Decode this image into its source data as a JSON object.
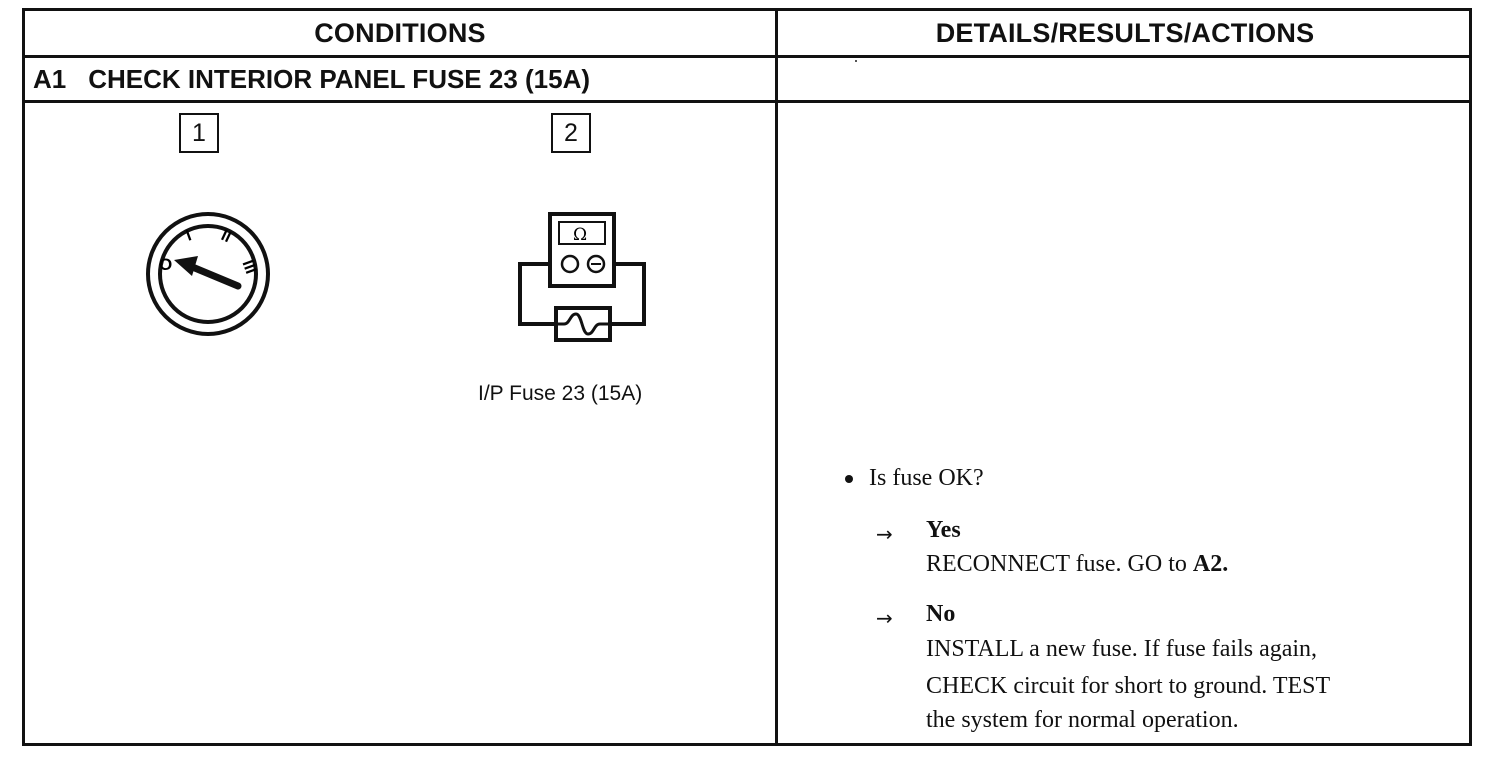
{
  "table": {
    "col_conditions": "CONDITIONS",
    "col_details": "DETAILS/RESULTS/ACTIONS"
  },
  "step": {
    "number": "A1",
    "title": "CHECK INTERIOR PANEL FUSE 23 (15A)"
  },
  "conditions": {
    "step1_label": "1",
    "step2_label": "2",
    "ohmmeter_symbol": "Ω",
    "fuse_caption": "I/P Fuse 23 (15A)",
    "ignition_positions": [
      "O",
      "I",
      "II",
      "III"
    ]
  },
  "details": {
    "question": "Is fuse OK?",
    "yes_label": "Yes",
    "yes_text": "RECONNECT fuse. GO to",
    "yes_goto": "A2.",
    "no_label": "No",
    "no_line1": "INSTALL a new fuse. If fuse fails again,",
    "no_line2": "CHECK circuit for short to ground. TEST",
    "no_line3": "the system for normal operation."
  },
  "icons": {
    "arrow": "→"
  }
}
